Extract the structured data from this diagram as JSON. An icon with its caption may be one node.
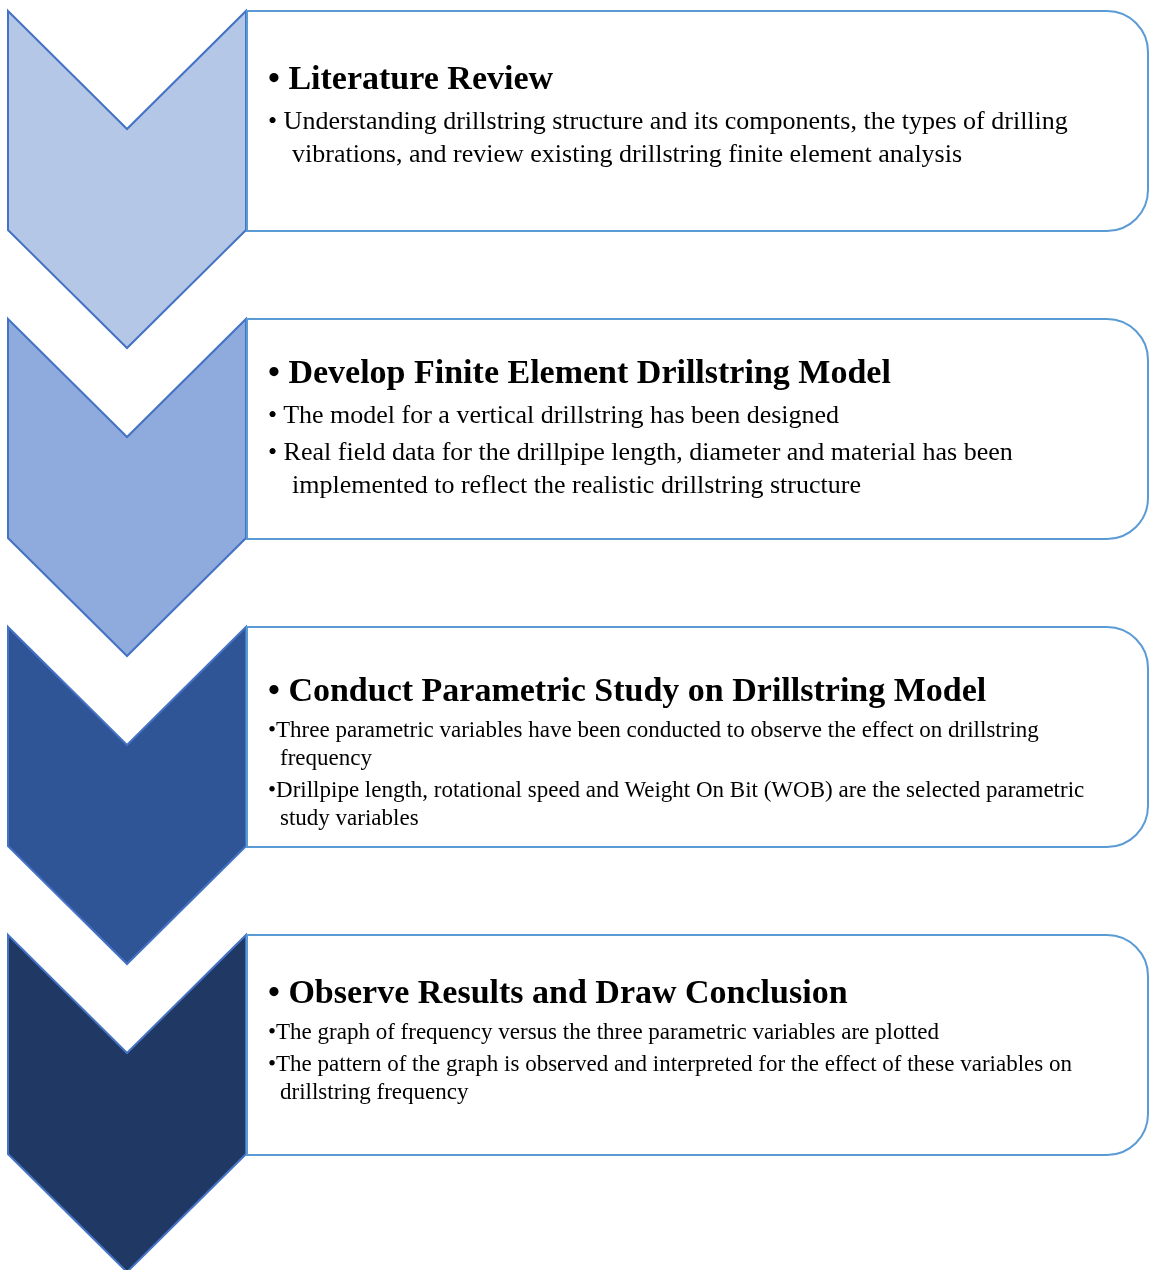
{
  "diagram": {
    "nodes": [
      {
        "text": [],
        "shape": "chevron"
      },
      {
        "text": [
          "• Literature Review",
          "• Understanding drillstring structure and its components, the types of drilling vibrations, and review existing drillstring finite element analysis"
        ]
      },
      {
        "text": [],
        "shape": "chevron"
      },
      {
        "text": [
          "• Develop Finite Element Drillstring Model",
          "• The model for a vertical drillstring has been designed",
          "• Real field data for the drillpipe length, diameter and material has been implemented to reflect the realistic drillstring structure"
        ]
      },
      {
        "text": [],
        "shape": "chevron"
      },
      {
        "text": [
          "• Conduct Parametric Study on Drillstring Model",
          "•Three parametric variables have been conducted to observe the effect on drillstring frequency",
          "•Drillpipe length, rotational speed and Weight On Bit (WOB) are the selected parametric study variables"
        ]
      },
      {
        "text": [],
        "shape": "chevron"
      },
      {
        "text": [
          "• Observe Results and Draw Conclusion",
          "•The graph of frequency versus the three parametric variables are plotted",
          "•The pattern of the graph is observed and interpreted for the effect of these variables on drillstring frequency"
        ]
      }
    ]
  }
}
